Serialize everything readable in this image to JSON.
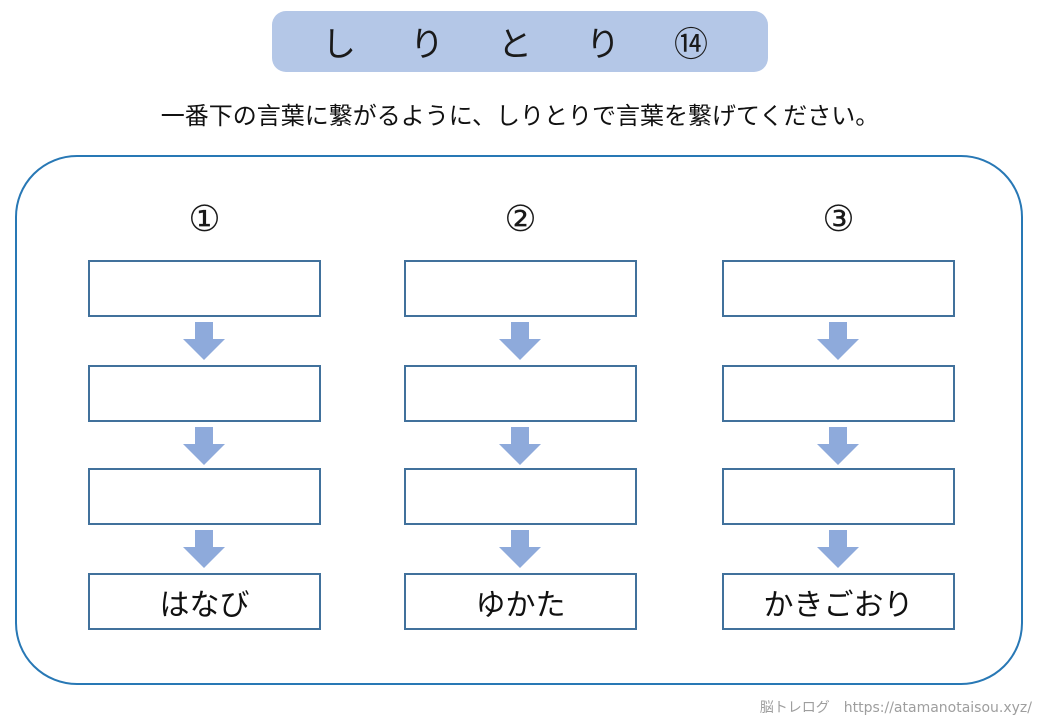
{
  "page": {
    "title": "し　り　と　り　⑭",
    "instruction": "一番下の言葉に繋がるように、しりとりで言葉を繋げてください。",
    "footer": "脳トレログ　https://atamanotaisou.xyz/"
  },
  "colors": {
    "banner_fill": "#B4C7E7",
    "panel_border": "#2878B5",
    "box_border": "#41719C",
    "arrow_fill": "#8EAADB",
    "footer_text": "#9E9E9E"
  },
  "columns": [
    {
      "header": "①",
      "blank_count": 3,
      "answer": "はなび"
    },
    {
      "header": "②",
      "blank_count": 3,
      "answer": "ゆかた"
    },
    {
      "header": "③",
      "blank_count": 3,
      "answer": "かきごおり"
    }
  ]
}
